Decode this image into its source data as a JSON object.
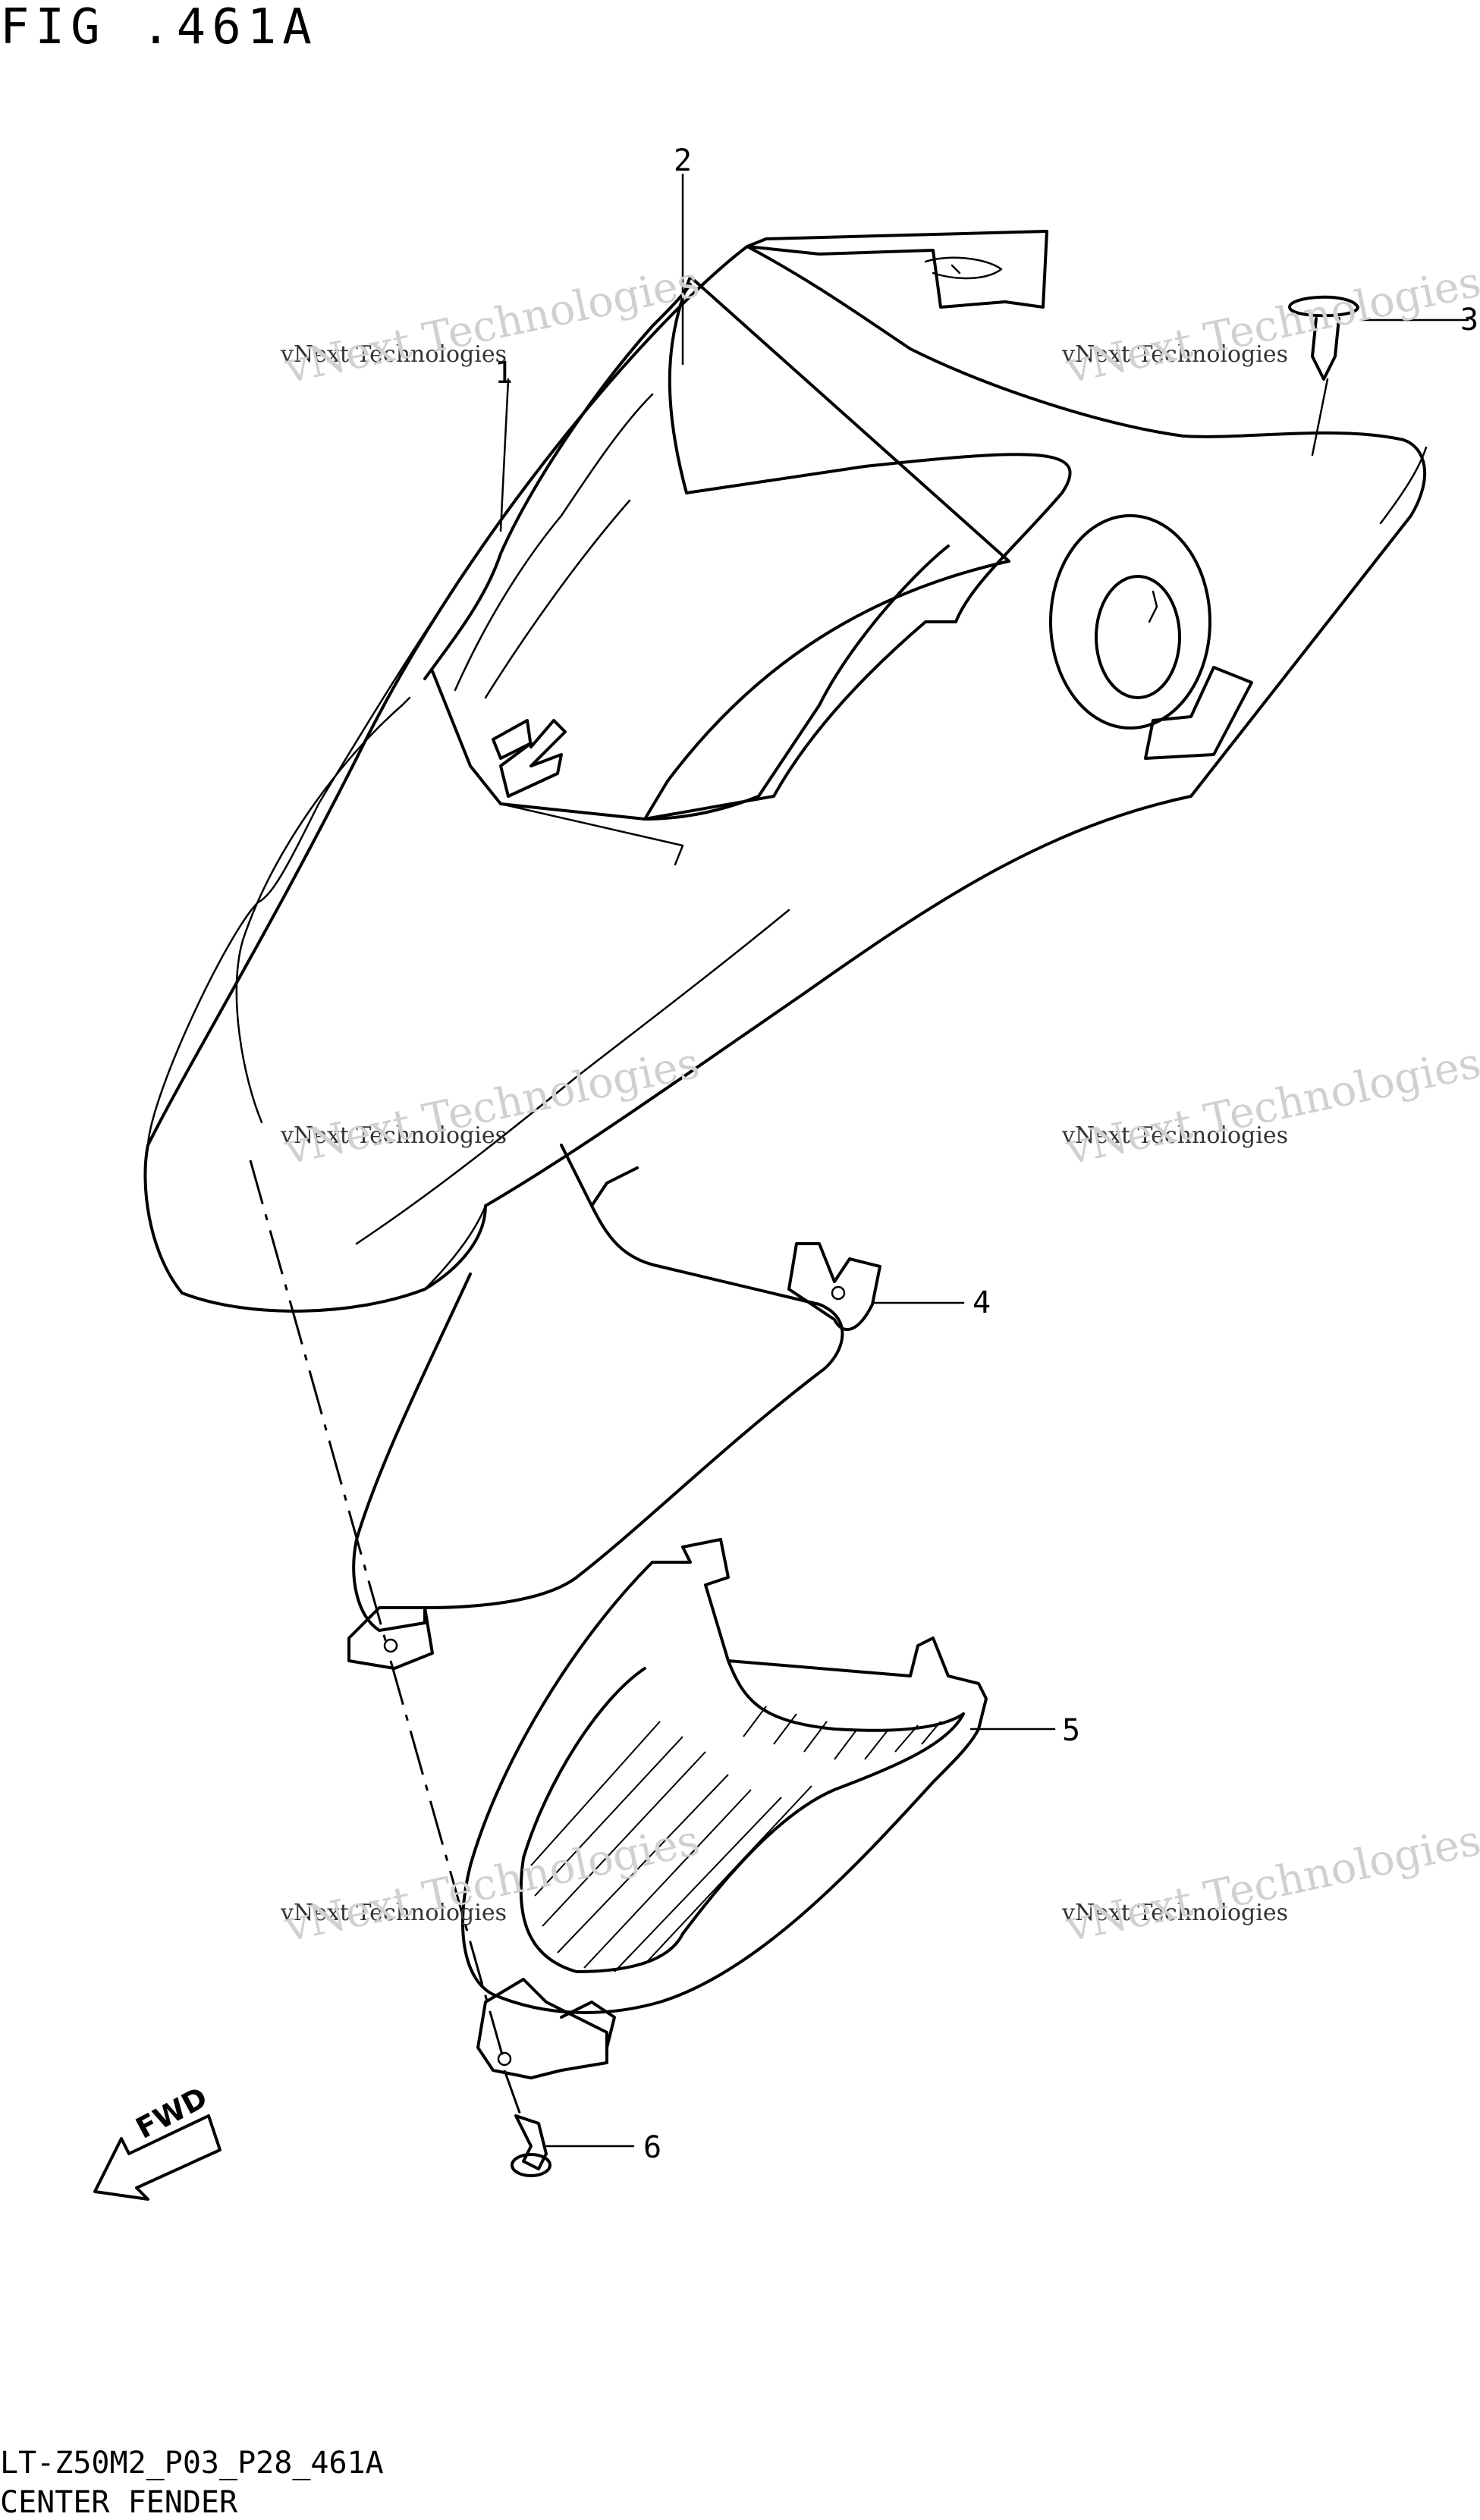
{
  "figure": {
    "title": "FIG .461A",
    "model_code": "LT-Z50M2_P03_P28_461A",
    "section_name": "CENTER FENDER"
  },
  "callouts": [
    "1",
    "2",
    "3",
    "4",
    "5",
    "6"
  ],
  "watermark": {
    "line_small": "vNext Technologies",
    "line_big": "vNext Technologies"
  },
  "fwd_label": "FWD"
}
